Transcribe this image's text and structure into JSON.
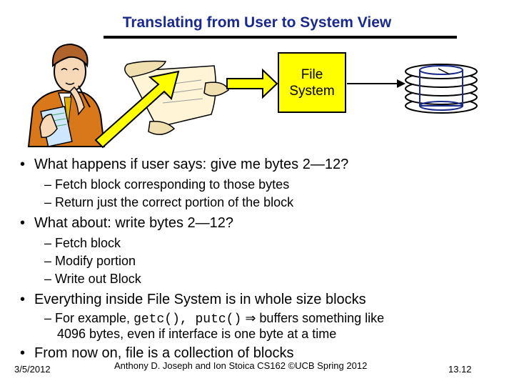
{
  "slide": {
    "title": "Translating from User to System View",
    "fs_line1": "File",
    "fs_line2": "System",
    "bullets": [
      {
        "text": "What happens if user says: give me bytes 2—12?"
      },
      {
        "text": "What about: write bytes 2—12?"
      },
      {
        "text": "Everything inside File System is in whole size blocks"
      },
      {
        "text": "From now on, file is a collection of blocks"
      }
    ],
    "subs": {
      "s1": "– Fetch block corresponding to those bytes",
      "s2": "– Return just the correct portion of the block",
      "s3": "– Fetch block",
      "s4": "– Modify portion",
      "s5": "– Write out Block",
      "s6_pre": "– For example, ",
      "s6_code": "getc(), putc()",
      "s6_arrow": "⇒",
      "s6_post": "buffers something like",
      "s6_line2": "4096 bytes, even if interface is one byte at a time"
    },
    "bullet_glyph": "•"
  },
  "footer": {
    "date": "3/5/2012",
    "credit": "Anthony D. Joseph and Ion Stoica CS162 ©UCB Spring 2012",
    "slide_no": "13.12"
  },
  "colors": {
    "title": "#1a2a8c",
    "arrow": "#ffff00",
    "box": "#ffff00"
  },
  "icons": [
    "thinking-person-icon",
    "scroll-icon",
    "disk-stack-icon"
  ]
}
